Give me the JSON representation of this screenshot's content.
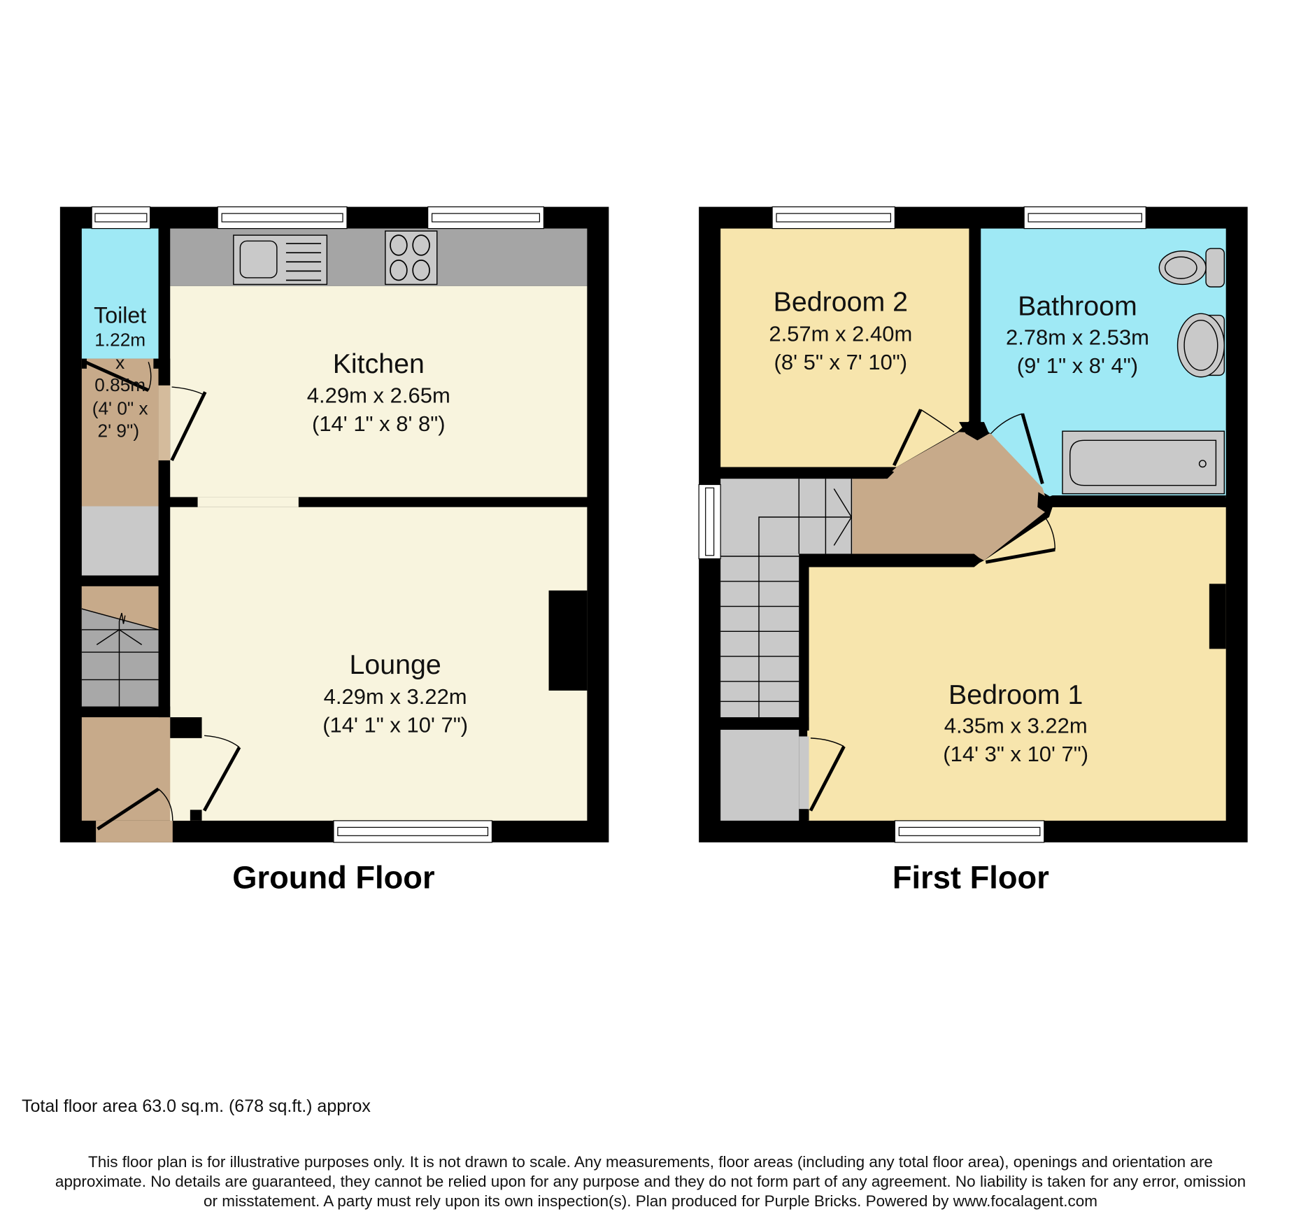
{
  "colors": {
    "wall": "#000000",
    "kitchen_lounge": "#f8f4de",
    "bedroom": "#f7e5ad",
    "wet_room": "#9fe9f5",
    "hall": "#c7aa8a",
    "storage": "#c9c9c9",
    "counter": "#a5a5a5",
    "stairs": "#c9c9c9"
  },
  "ground_floor": {
    "title": "Ground Floor",
    "rooms": [
      {
        "name": "Toilet",
        "dims_m_line1": "1.22m",
        "dims_m_line2": "x",
        "dims_m_line3": "0.85m",
        "dims_ft_line1": "(4' 0\" x",
        "dims_ft_line2": "2' 9\")"
      },
      {
        "name": "Kitchen",
        "dims_m": "4.29m x 2.65m",
        "dims_ft": "(14' 1\" x 8' 8\")"
      },
      {
        "name": "Lounge",
        "dims_m": "4.29m x 3.22m",
        "dims_ft": "(14' 1\" x 10' 7\")"
      }
    ]
  },
  "first_floor": {
    "title": "First Floor",
    "rooms": [
      {
        "name": "Bedroom 2",
        "dims_m": "2.57m x 2.40m",
        "dims_ft": "(8' 5\" x 7' 10\")"
      },
      {
        "name": "Bathroom",
        "dims_m": "2.78m x 2.53m",
        "dims_ft": "(9' 1\" x 8' 4\")"
      },
      {
        "name": "Bedroom 1",
        "dims_m": "4.35m x 3.22m",
        "dims_ft": "(14' 3\" x 10' 7\")"
      }
    ]
  },
  "footer": {
    "total_area": "Total floor area 63.0 sq.m. (678 sq.ft.) approx",
    "disclaimer_lines": [
      "This floor plan is for illustrative purposes only. It is not drawn to scale. Any measurements, floor areas (including any total floor area), openings and orientation are",
      "approximate. No details are guaranteed, they cannot be relied upon for any purpose and they do not form part of any agreement. No liability is taken for any error, omission",
      "or misstatement. A party must rely upon its own inspection(s). Plan produced for Purple Bricks. Powered by www.focalagent.com"
    ]
  }
}
